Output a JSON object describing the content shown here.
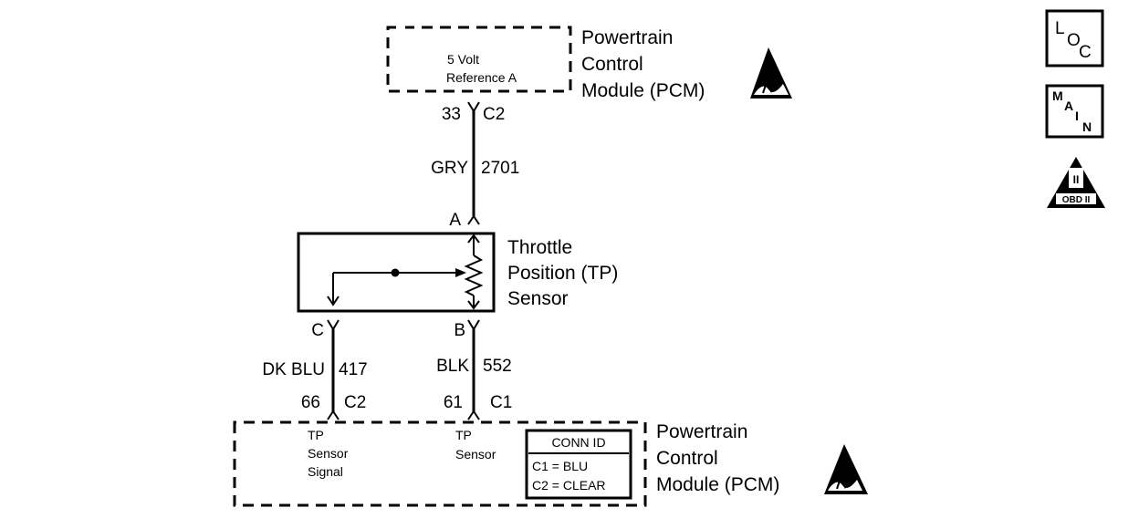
{
  "pcm_top": {
    "label_lines": [
      "Powertrain",
      "Control",
      "Module (PCM)"
    ],
    "circuit_lines": [
      "5 Volt",
      "Reference A"
    ],
    "pin": "33",
    "connector": "C2"
  },
  "wire_ref": {
    "color": "GRY",
    "circuit": "2701"
  },
  "tp_sensor": {
    "label_lines": [
      "Throttle",
      "Position (TP)",
      "Sensor"
    ],
    "terminal_a": "A",
    "terminal_b": "B",
    "terminal_c": "C"
  },
  "wire_signal": {
    "color": "DK BLU",
    "circuit": "417"
  },
  "wire_ground": {
    "color": "BLK",
    "circuit": "552"
  },
  "pcm_bottom": {
    "label_lines": [
      "Powertrain",
      "Control",
      "Module (PCM)"
    ],
    "signal_lines": [
      "TP",
      "Sensor",
      "Signal"
    ],
    "signal_pin": "66",
    "signal_connector": "C2",
    "ground_lines": [
      "TP",
      "Sensor"
    ],
    "ground_pin": "61",
    "ground_connector": "C1",
    "conn_id": {
      "title": "CONN ID",
      "rows": [
        "C1 = BLU",
        "C2 = CLEAR"
      ]
    }
  },
  "badges": {
    "loc": [
      "L",
      "O",
      "C"
    ],
    "main": [
      "M",
      "A",
      "I",
      "N"
    ],
    "obd": {
      "numeral": "II",
      "label": "OBD II"
    }
  },
  "icons": {
    "esd_top": "esd-warning-icon",
    "esd_bottom": "esd-warning-icon"
  }
}
